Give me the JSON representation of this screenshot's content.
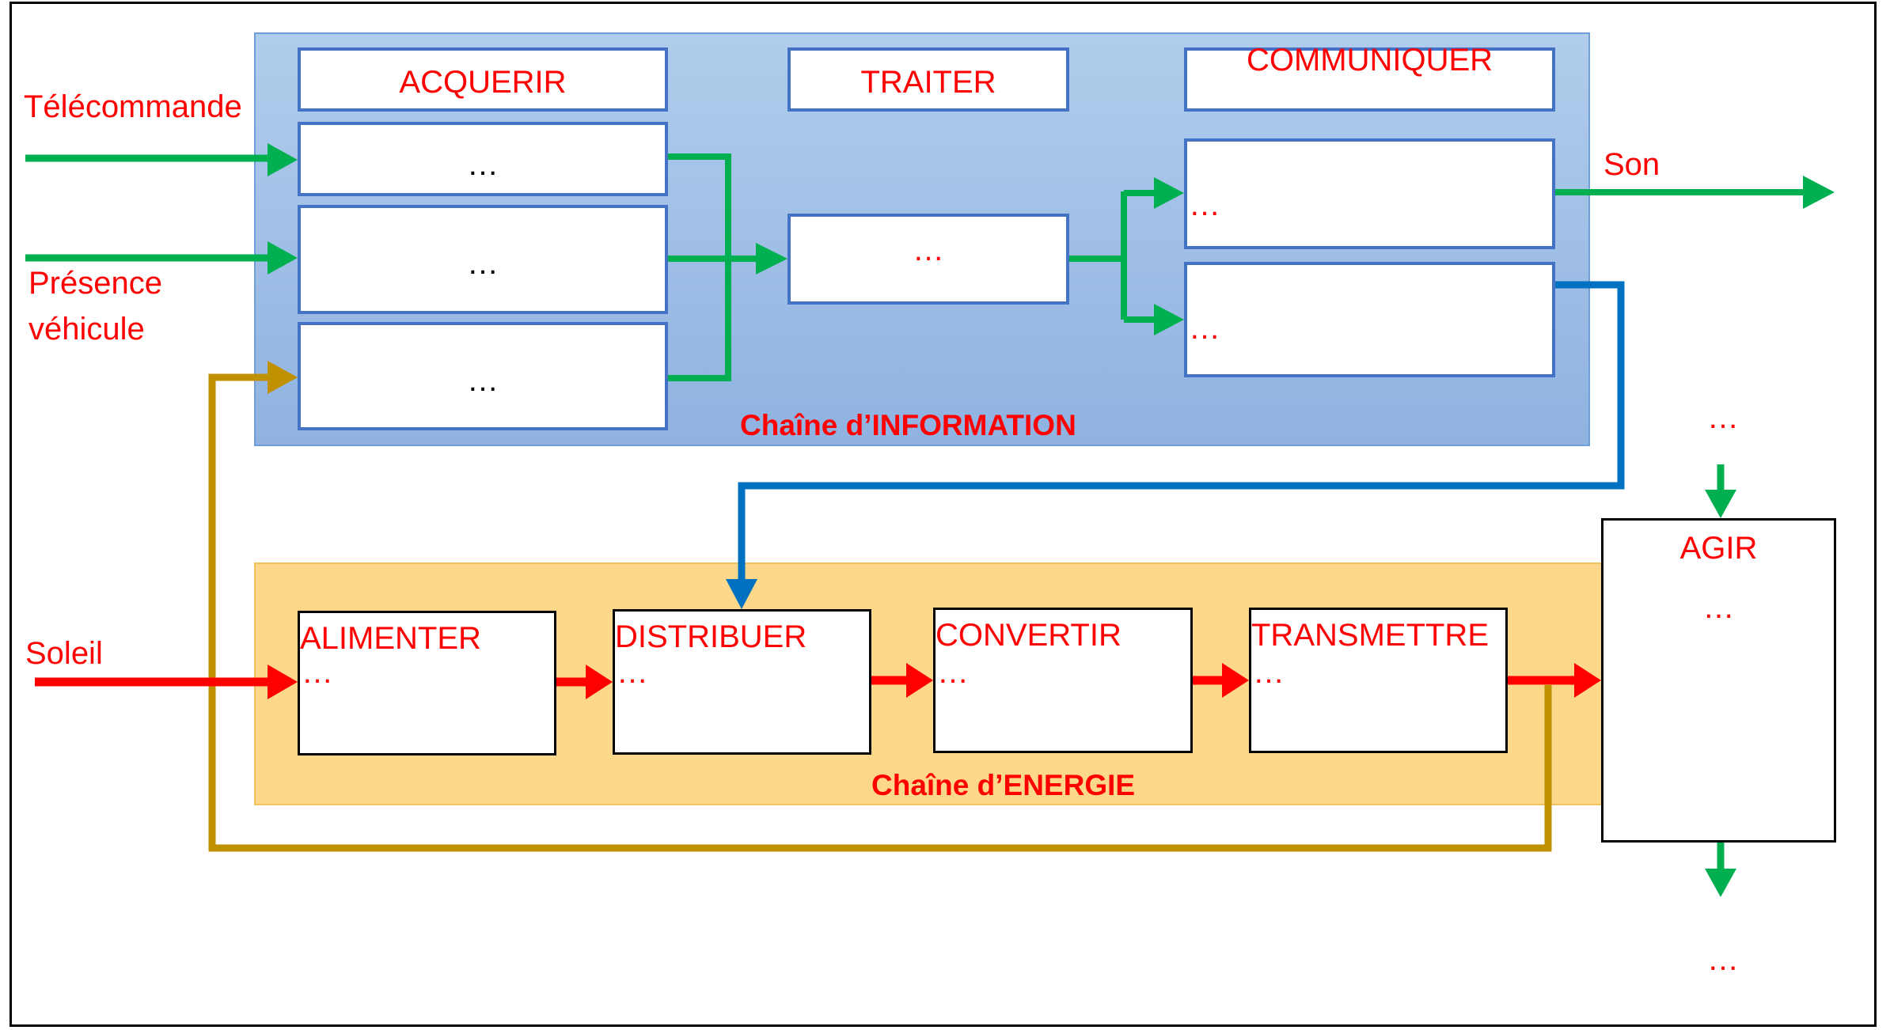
{
  "colors": {
    "info": "#00b050",
    "energy": "#ff0000",
    "feedback": "#bf9000",
    "command": "#0070c0",
    "label": "#ff0000"
  },
  "info_chain": {
    "title": "Chaîne d’INFORMATION",
    "acquerir": {
      "title": "ACQUERIR",
      "items": [
        "…",
        "…",
        "…"
      ]
    },
    "traiter": {
      "title": "TRAITER",
      "item": "…"
    },
    "communiquer": {
      "title": "COMMUNIQUER",
      "items": [
        "…",
        "…"
      ]
    }
  },
  "energy_chain": {
    "title": "Chaîne d’ENERGIE",
    "blocks": [
      {
        "title": "ALIMENTER",
        "value": "…"
      },
      {
        "title": "DISTRIBUER",
        "value": "…"
      },
      {
        "title": "CONVERTIR",
        "value": "…"
      },
      {
        "title": "TRANSMETTRE",
        "value": "…"
      }
    ]
  },
  "agir": {
    "title": "AGIR",
    "value": "…",
    "input": "…",
    "output": "…"
  },
  "inputs": {
    "telecommande": "Télécommande",
    "presence_1": "Présence",
    "presence_2": "véhicule",
    "soleil": "Soleil"
  },
  "outputs": {
    "son": "Son"
  }
}
